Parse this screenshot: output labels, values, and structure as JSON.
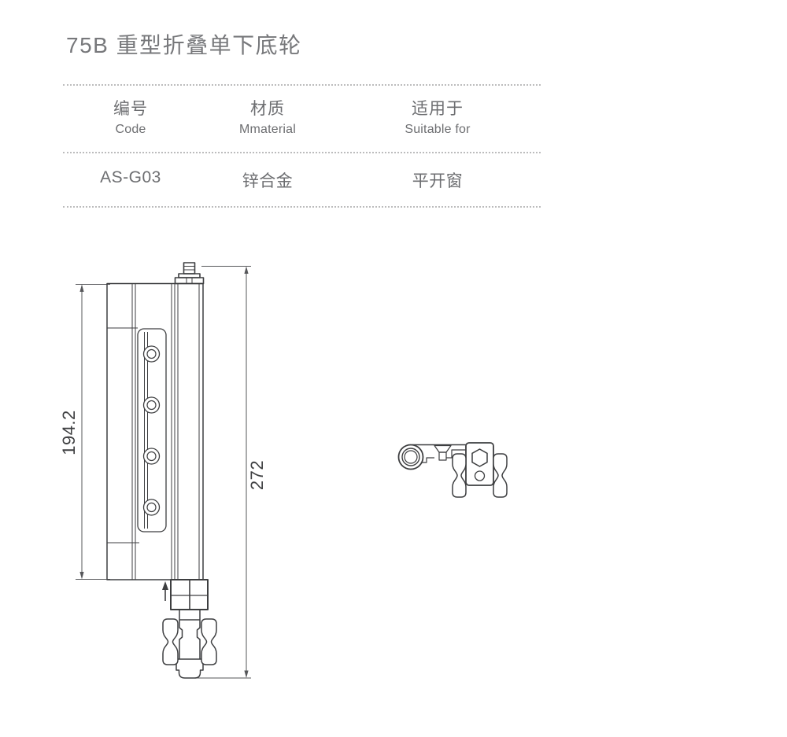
{
  "page": {
    "title": "75B 重型折叠单下底轮"
  },
  "spec_table": {
    "columns": [
      {
        "zh": "编号",
        "en": "Code"
      },
      {
        "zh": "材质",
        "en": "Mmaterial"
      },
      {
        "zh": "适用于",
        "en": "Suitable for"
      }
    ],
    "row": [
      "AS-G03",
      "锌合金",
      "平开窗"
    ]
  },
  "drawing": {
    "description": "technical line drawing of folding bottom roller, front view with dimensions and end view of roller carriage",
    "dim_plate_height": "194.2",
    "dim_total_height": "272"
  },
  "colors": {
    "title_text": "#77787b",
    "table_text": "#6d6e71",
    "dotted_rule": "#bcbcbd",
    "drawing_line": "#3d3e40",
    "dimension_line": "#56575a",
    "background": "#ffffff"
  }
}
